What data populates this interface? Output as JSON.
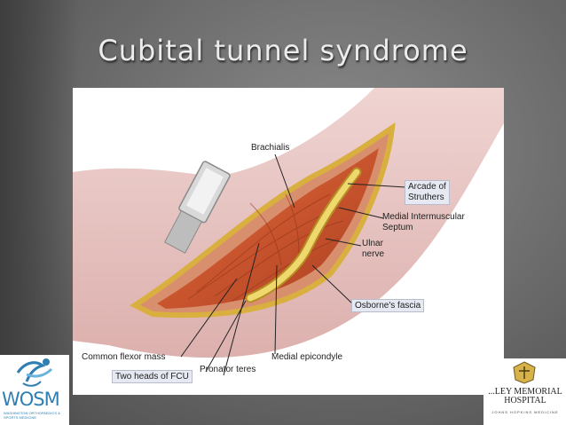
{
  "slide": {
    "title": "Cubital tunnel syndrome"
  },
  "figure": {
    "labels": {
      "brachialis": "Brachialis",
      "arcade": "Arcade of\nStruthers",
      "septum": "Medial Intermuscular\nSeptum",
      "ulnar": "Ulnar\nnerve",
      "osborne": "Osborne's fascia",
      "flexor": "Common flexor mass",
      "fcu": "Two heads of FCU",
      "pronator": "Pronator teres",
      "epicondyle": "Medial epicondyle"
    }
  },
  "logos": {
    "left": {
      "name": "WOSM",
      "subtitle": "WASHINGTON ORTHOPAEDICS & SPORTS MEDICINE"
    },
    "right": {
      "name": "...LEY MEMORIAL\nHOSPITAL",
      "subtitle": "JOHNS HOPKINS MEDICINE"
    }
  },
  "colors": {
    "skin": "#e9c7c5",
    "muscle": "#c9552e",
    "nerve": "#e9d36a",
    "label_box": "#e7e9f2"
  }
}
